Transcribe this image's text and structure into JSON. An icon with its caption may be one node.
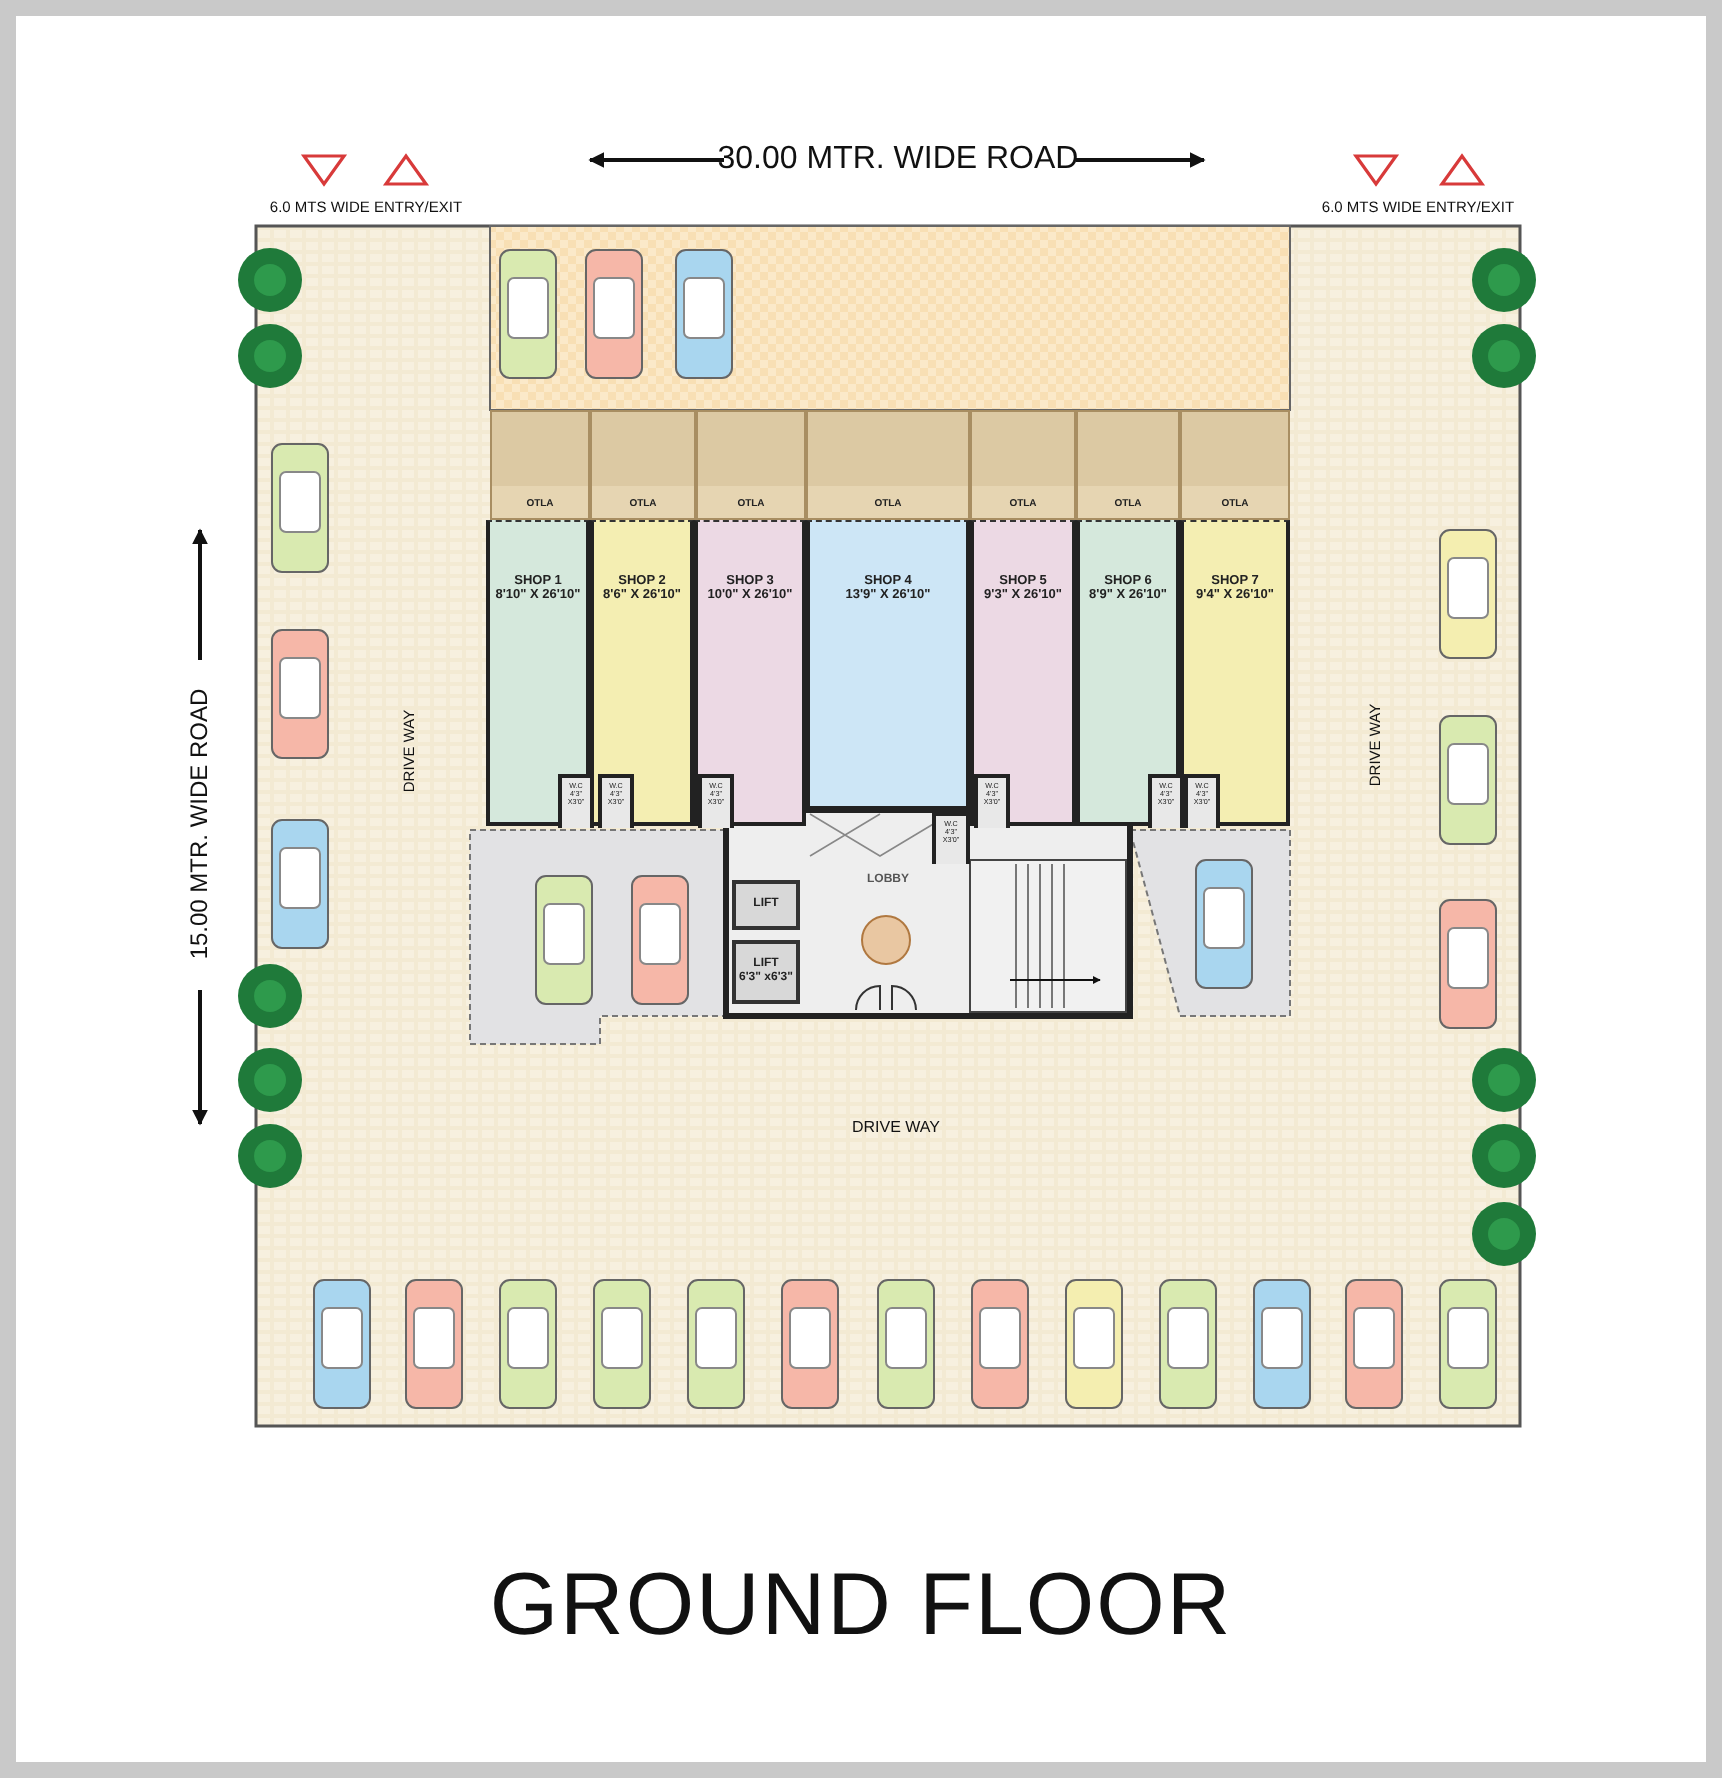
{
  "diagram": {
    "title": "GROUND FLOOR",
    "nodes": [
      {
        "text": [
          "OTLA"
        ]
      },
      {
        "text": [
          "OTLA"
        ]
      },
      {
        "text": [
          "OTLA"
        ]
      },
      {
        "text": [
          "OTLA"
        ]
      },
      {
        "text": [
          "OTLA"
        ]
      },
      {
        "text": [
          "OTLA"
        ]
      },
      {
        "text": [
          "OTLA"
        ]
      },
      {
        "text": [
          "SHOP 1",
          "8'10\" X 26'10\""
        ]
      },
      {
        "text": [
          "W.C",
          "4'3\"",
          "X3'0\""
        ],
        "in": 7
      },
      {
        "text": [
          "SHOP 2",
          "8'6\" X 26'10\""
        ]
      },
      {
        "text": [
          "W.C",
          "4'3\"",
          "X3'0\""
        ],
        "in": 9
      },
      {
        "text": [
          "SHOP 3",
          "10'0\" X 26'10\""
        ]
      },
      {
        "text": [
          "W.C",
          "4'3\"",
          "X3'0\""
        ],
        "in": 11
      },
      {
        "text": [
          "SHOP 4",
          "13'9\" X 26'10\""
        ]
      },
      {
        "text": [
          "SHOP 5",
          "9'3\" X 26'10\""
        ]
      },
      {
        "text": [
          "W.C",
          "4'3\"",
          "X3'0\""
        ],
        "in": 14
      },
      {
        "text": [
          "SHOP 6",
          "8'9\" X 26'10\""
        ]
      },
      {
        "text": [
          "W.C",
          "4'3\"",
          "X3'0\""
        ],
        "in": 16
      },
      {
        "text": [
          "SHOP 7",
          "9'4\" X 26'10\""
        ]
      },
      {
        "text": [
          "W.C",
          "4'3\"",
          "X3'0\""
        ],
        "in": 18
      },
      {
        "text": [
          "W.C",
          "4'3\"",
          "X3'0\""
        ]
      },
      {
        "text": [
          "LIFT"
        ]
      },
      {
        "text": [
          "LOBBY"
        ]
      },
      {
        "text": [
          "LIFT",
          "6'3\" x6'3\""
        ]
      }
    ],
    "labels": [
      "30.00 MTR. WIDE ROAD",
      "6.0 MTS WIDE ENTRY/EXIT",
      "6.0 MTS WIDE ENTRY/EXIT",
      "15.00 MTR. WIDE ROAD",
      "DRIVE WAY",
      "DRIVE WAY",
      "DRIVE WAY"
    ]
  }
}
